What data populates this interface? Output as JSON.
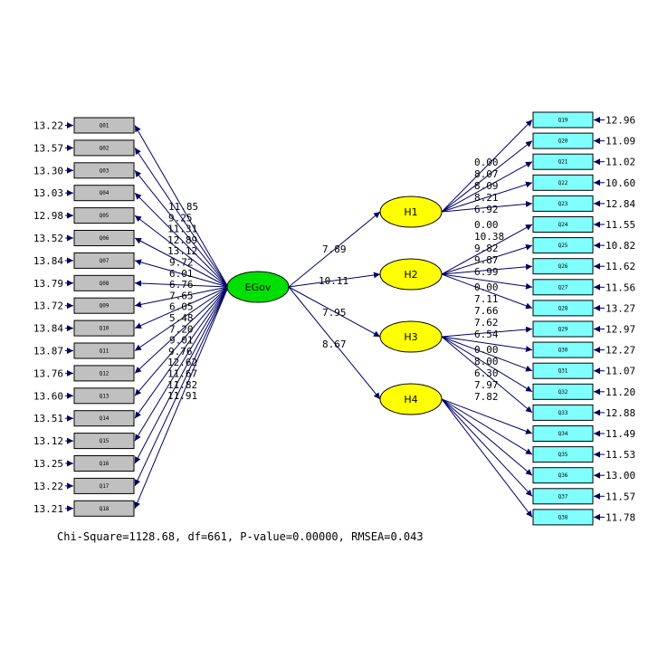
{
  "colors": {
    "line": "#000066",
    "left_box": "#c0c0c0",
    "right_box": "#80ffff",
    "egov": "#00e000",
    "h": "#ffff00"
  },
  "egov": {
    "label": "EGov"
  },
  "left_items": [
    {
      "label": "Q01",
      "error": "13.22",
      "loading": "11.85"
    },
    {
      "label": "Q02",
      "error": "13.57",
      "loading": "9.25"
    },
    {
      "label": "Q03",
      "error": "13.30",
      "loading": "11.31"
    },
    {
      "label": "Q04",
      "error": "13.03",
      "loading": "12.89"
    },
    {
      "label": "Q05",
      "error": "12.98",
      "loading": "13.12"
    },
    {
      "label": "Q06",
      "error": "13.52",
      "loading": "9.72"
    },
    {
      "label": "Q07",
      "error": "13.84",
      "loading": "6.01"
    },
    {
      "label": "Q08",
      "error": "13.79",
      "loading": "6.76"
    },
    {
      "label": "Q09",
      "error": "13.72",
      "loading": "7.65"
    },
    {
      "label": "Q10",
      "error": "13.84",
      "loading": "6.05"
    },
    {
      "label": "Q11",
      "error": "13.87",
      "loading": "5.48"
    },
    {
      "label": "Q12",
      "error": "13.76",
      "loading": "7.20"
    },
    {
      "label": "Q13",
      "error": "13.60",
      "loading": "9.01"
    },
    {
      "label": "Q14",
      "error": "13.51",
      "loading": "9.76"
    },
    {
      "label": "Q15",
      "error": "13.12",
      "loading": "12.62"
    },
    {
      "label": "Q16",
      "error": "13.25",
      "loading": "11.67"
    },
    {
      "label": "Q17",
      "error": "13.22",
      "loading": "11.82"
    },
    {
      "label": "Q18",
      "error": "13.21",
      "loading": "11.91"
    }
  ],
  "latents": [
    {
      "label": "H1",
      "path": "7.89",
      "items": [
        {
          "label": "Q19",
          "error": "12.96",
          "loading": "0.00"
        },
        {
          "label": "Q20",
          "error": "11.09",
          "loading": "8.07"
        },
        {
          "label": "Q21",
          "error": "11.02",
          "loading": "8.09"
        },
        {
          "label": "Q22",
          "error": "10.60",
          "loading": "8.21"
        },
        {
          "label": "Q23",
          "error": "12.84",
          "loading": "6.92"
        }
      ]
    },
    {
      "label": "H2",
      "path": "10.11",
      "items": [
        {
          "label": "Q24",
          "error": "11.55",
          "loading": "0.00"
        },
        {
          "label": "Q25",
          "error": "10.82",
          "loading": "10.38"
        },
        {
          "label": "Q26",
          "error": "11.62",
          "loading": "9.82"
        },
        {
          "label": "Q27",
          "error": "11.56",
          "loading": "9.87"
        },
        {
          "label": "Q28",
          "error": "13.27",
          "loading": "6.99"
        }
      ]
    },
    {
      "label": "H3",
      "path": "7.95",
      "items": [
        {
          "label": "Q29",
          "error": "12.97",
          "loading": "0.00"
        },
        {
          "label": "Q30",
          "error": "12.27",
          "loading": "7.11"
        },
        {
          "label": "Q31",
          "error": "11.07",
          "loading": "7.66"
        },
        {
          "label": "Q32",
          "error": "11.20",
          "loading": "7.62"
        },
        {
          "label": "Q33",
          "error": "12.88",
          "loading": "6.54"
        }
      ]
    },
    {
      "label": "H4",
      "path": "8.67",
      "items": [
        {
          "label": "Q34",
          "error": "11.49",
          "loading": "0.00"
        },
        {
          "label": "Q35",
          "error": "11.53",
          "loading": "8.00"
        },
        {
          "label": "Q36",
          "error": "13.00",
          "loading": "6.30"
        },
        {
          "label": "Q37",
          "error": "11.57",
          "loading": "7.97"
        },
        {
          "label": "Q38",
          "error": "11.78",
          "loading": "7.82"
        }
      ]
    }
  ],
  "footer": "Chi-Square=1128.68, df=661, P-value=0.00000, RMSEA=0.043"
}
